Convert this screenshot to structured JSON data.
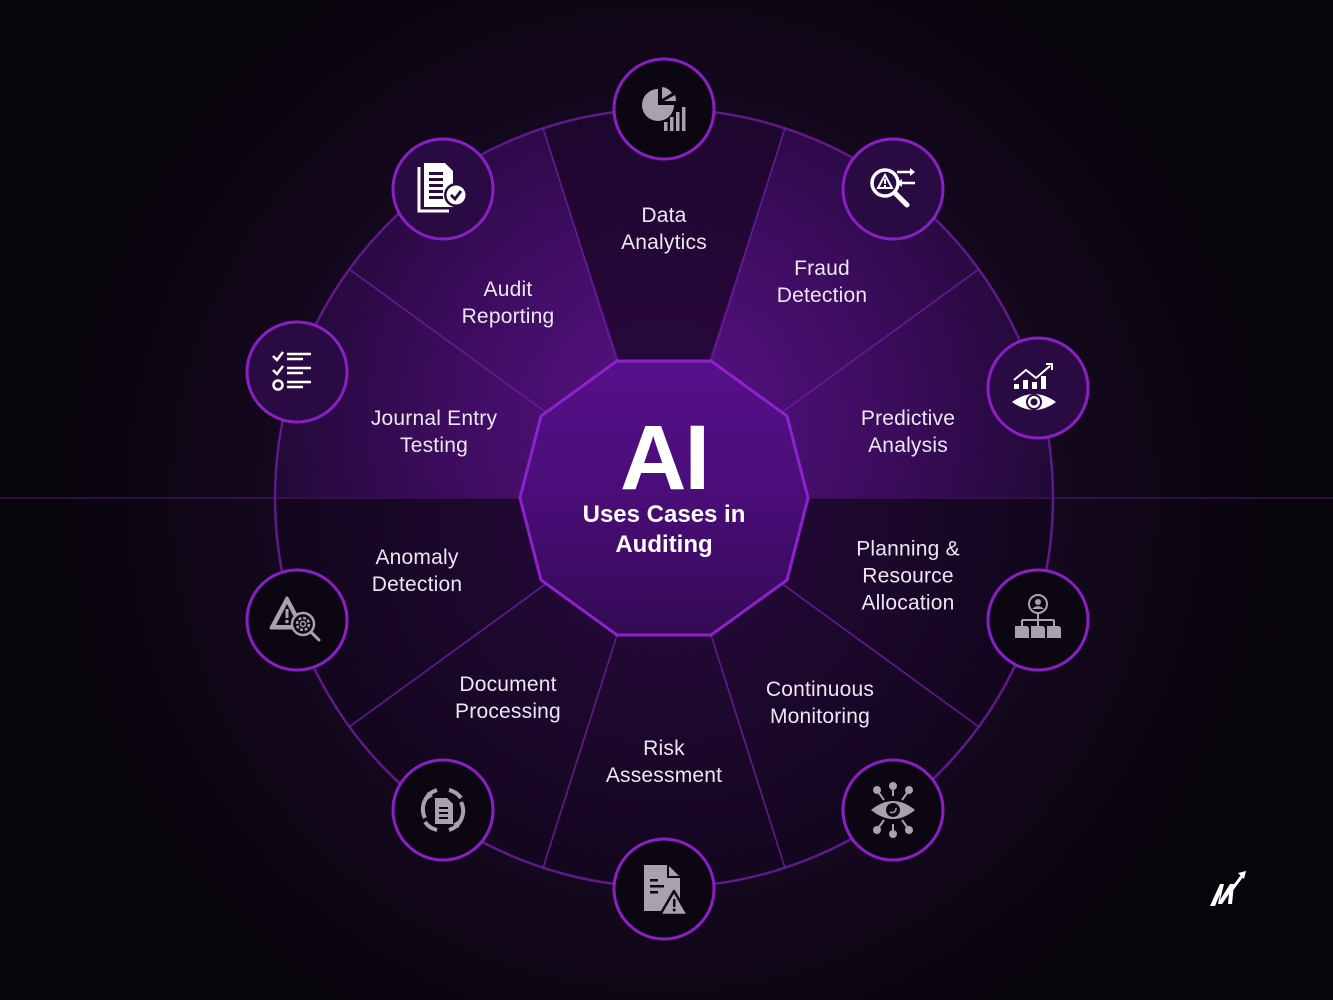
{
  "title": {
    "main": "AI",
    "subtitle": "Uses Cases in\nAuditing"
  },
  "colors": {
    "background": "#0b0610",
    "accent": "#8a1fc4",
    "ring": "#6b1d99",
    "segment_fill_top": "#3a0c5a",
    "center_fill": "#4a0d72",
    "text": "#ece6f2",
    "icon_light": "#ffffff",
    "icon_muted": "#a8a2ad"
  },
  "use_cases": [
    {
      "label": "Data\nAnalytics",
      "icon": "pie-chart-bar-icon"
    },
    {
      "label": "Fraud\nDetection",
      "icon": "magnifier-warning-icon"
    },
    {
      "label": "Predictive\nAnalysis",
      "icon": "chart-eye-icon"
    },
    {
      "label": "Planning &\nResource\nAllocation",
      "icon": "org-hierarchy-icon"
    },
    {
      "label": "Continuous\nMonitoring",
      "icon": "eye-network-icon"
    },
    {
      "label": "Risk\nAssessment",
      "icon": "document-warning-icon"
    },
    {
      "label": "Document\nProcessing",
      "icon": "document-cycle-icon"
    },
    {
      "label": "Anomaly\nDetection",
      "icon": "warning-gear-search-icon"
    },
    {
      "label": "Journal Entry\nTesting",
      "icon": "checklist-icon"
    },
    {
      "label": "Audit\nReporting",
      "icon": "report-check-icon"
    }
  ],
  "logo": {
    "icon": "brand-m-arrow-logo"
  }
}
